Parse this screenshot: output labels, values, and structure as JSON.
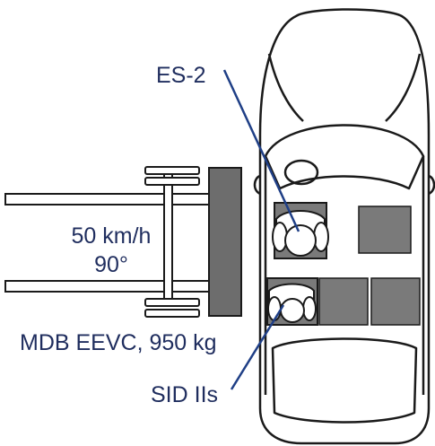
{
  "labels": {
    "dummy_front": "ES-2",
    "speed": "50 km/h",
    "angle": "90°",
    "barrier": "MDB EEVC, 950 kg",
    "dummy_rear": "SID IIs"
  },
  "colors": {
    "label_text": "#1f2d5e",
    "leader_line": "#1f3f86",
    "outline": "#1a1a1a",
    "barrier_face": "#6d6d6d",
    "seat_fill": "#7a7a7a"
  }
}
